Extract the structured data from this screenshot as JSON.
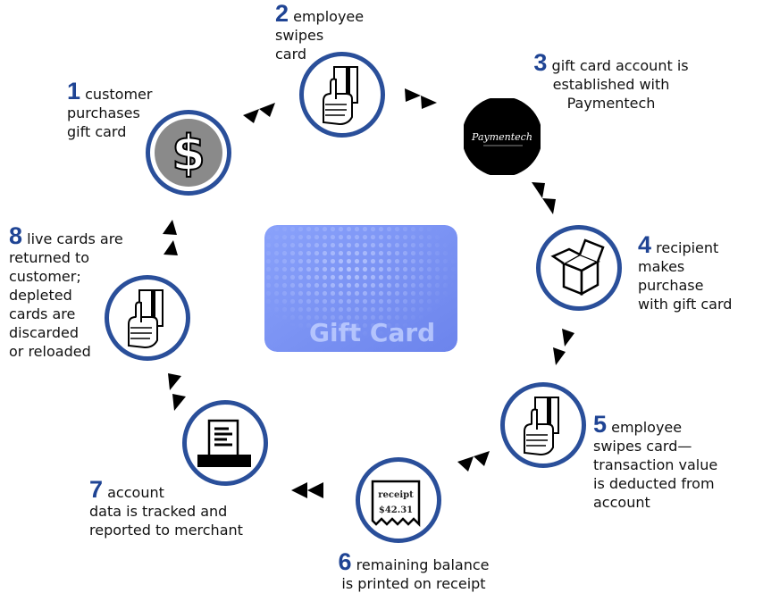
{
  "steps": [
    {
      "n": "1",
      "text": "customer purchases gift card"
    },
    {
      "n": "2",
      "text": "employee swipes card"
    },
    {
      "n": "3",
      "text": "gift card account is established with Paymentech"
    },
    {
      "n": "4",
      "text": "recipient makes purchase with gift card"
    },
    {
      "n": "5",
      "text": "employee swipes card— transaction value is deducted from account"
    },
    {
      "n": "6",
      "text": "remaining balance is printed on receipt"
    },
    {
      "n": "7",
      "text": "account data is tracked and reported to merchant"
    },
    {
      "n": "8",
      "text": "live cards are returned to customer; depleted cards are discarded or reloaded"
    }
  ],
  "card_label": "Gift Card",
  "dollar_symbol": "$",
  "paymentech_logo": "Paymentech",
  "receipt": {
    "title": "receipt",
    "amount": "$42.31"
  },
  "colors": {
    "step_number": "#1f4494",
    "ring": "#2a4f9a",
    "card": "#7a92f4",
    "arrow": "#000000"
  }
}
